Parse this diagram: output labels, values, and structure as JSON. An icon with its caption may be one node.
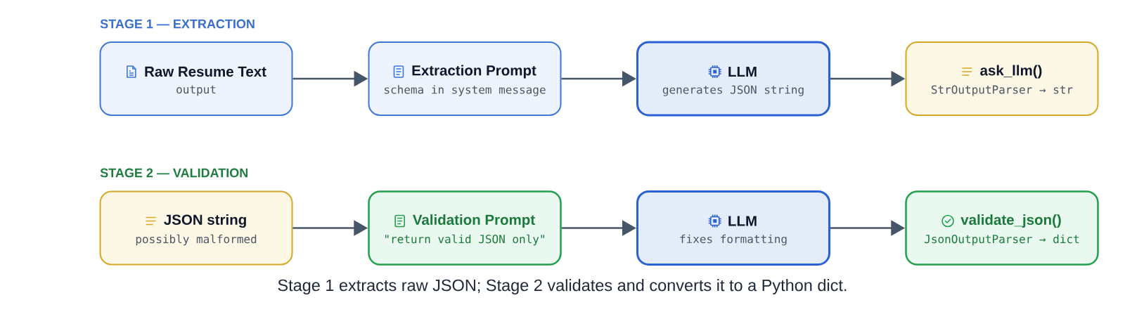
{
  "diagram": {
    "caption": "Stage 1 extracts raw JSON; Stage 2 validates and converts it to a Python dict.",
    "nodes": [
      {
        "text": [
          "Raw Resume Text",
          "output"
        ]
      },
      {
        "text": [
          "Extraction Prompt",
          "schema in system message"
        ]
      },
      {
        "text": [
          "LLM",
          "generates JSON string"
        ]
      },
      {
        "text": [
          "ask_llm()",
          "StrOutputParser → str"
        ]
      },
      {
        "text": [
          "JSON string",
          "possibly malformed"
        ]
      },
      {
        "text": [
          "Validation Prompt",
          "\"return valid JSON only\""
        ]
      },
      {
        "text": [
          "LLM",
          "fixes formatting"
        ]
      },
      {
        "text": [
          "validate_json()",
          "JsonOutputParser → dict"
        ]
      }
    ],
    "edges": [
      {
        "from": 0,
        "to": 1,
        "arrow": "to"
      },
      {
        "from": 1,
        "to": 2,
        "arrow": "to"
      },
      {
        "from": 2,
        "to": 3,
        "arrow": "to"
      },
      {
        "from": 4,
        "to": 5,
        "arrow": "to"
      },
      {
        "from": 5,
        "to": 6,
        "arrow": "to"
      },
      {
        "from": 6,
        "to": 7,
        "arrow": "to"
      }
    ],
    "labels": [
      "STAGE 1 — EXTRACTION",
      "STAGE 2 — VALIDATION"
    ]
  }
}
